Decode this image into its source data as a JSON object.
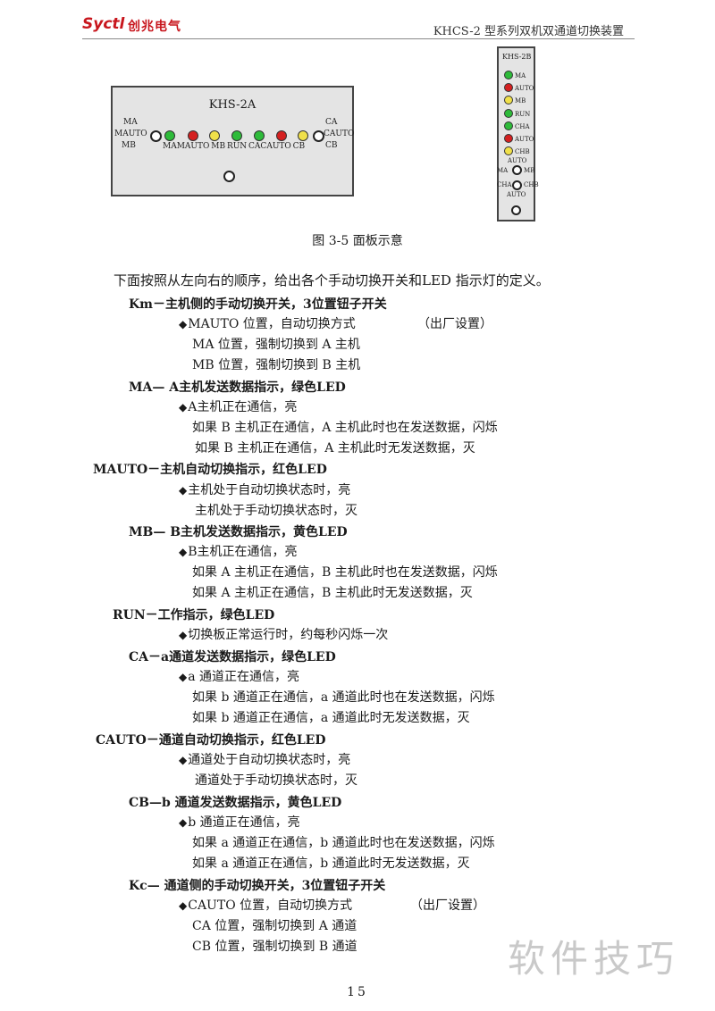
{
  "header": {
    "logo_brand": "Syctl",
    "logo_cn": "创兆电气",
    "title": "KHCS-2 型系列双机双通道切换装置"
  },
  "panel_h": {
    "title": "KHS-2A",
    "left_labels": [
      "MA",
      "MAUTO",
      "MB"
    ],
    "right_labels": [
      "CA",
      "CAUTO",
      "CB"
    ],
    "led_labels": "MAMAUTO MB  RUN  CACAUTO CB",
    "leds": [
      {
        "name": "MA",
        "color": "#2ebb3a"
      },
      {
        "name": "MAUTO",
        "color": "#d42020"
      },
      {
        "name": "MB",
        "color": "#f0e04a"
      },
      {
        "name": "RUN",
        "color": "#2ebb3a"
      },
      {
        "name": "CA",
        "color": "#2ebb3a"
      },
      {
        "name": "CAUTO",
        "color": "#d42020"
      },
      {
        "name": "CB",
        "color": "#f0e04a"
      }
    ]
  },
  "panel_v": {
    "title": "KHS-2B",
    "led_labels": [
      "MA",
      "AUTO",
      "MB",
      "RUN",
      "CHA",
      "AUTO",
      "CHB"
    ],
    "switch1_top": "AUTO",
    "switch1_left": "MA",
    "switch1_right": "MB",
    "switch2_left": "CHA",
    "switch2_right": "CHB",
    "switch2_bottom": "AUTO"
  },
  "caption": "图 3-5   面板示意",
  "intro": "下面按照从左向右的顺序，给出各个手动切换开关和LED 指示灯的定义。",
  "lines": [
    "Km－主机侧的手动切换开关，3位置钮子开关",
    "MAUTO 位置，自动切换方式",
    "（出厂设置）",
    "MA 位置，强制切换到 A 主机",
    "MB 位置，强制切换到 B 主机",
    "MA— A主机发送数据指示，绿色LED",
    "A主机正在通信，亮",
    "如果 B 主机正在通信，A 主机此时也在发送数据，闪烁",
    "如果 B 主机正在通信，A 主机此时无发送数据，灭",
    "MAUTO－主机自动切换指示，红色LED",
    "主机处于自动切换状态时，亮",
    "主机处于手动切换状态时，灭",
    "MB— B主机发送数据指示，黄色LED",
    "B主机正在通信，亮",
    "如果 A 主机正在通信，B 主机此时也在发送数据，闪烁",
    "如果 A 主机正在通信，B 主机此时无发送数据，灭",
    "RUN－工作指示，绿色LED",
    "切换板正常运行时，约每秒闪烁一次",
    "CA－a通道发送数据指示，绿色LED",
    "a 通道正在通信，亮",
    "如果 b 通道正在通信，a 通道此时也在发送数据，闪烁",
    "如果 b 通道正在通信，a 通道此时无发送数据，灭",
    "CAUTO－通道自动切换指示，红色LED",
    "通道处于自动切换状态时，亮",
    "通道处于手动切换状态时，灭",
    "CB—b 通道发送数据指示，黄色LED",
    "b 通道正在通信，亮",
    "如果 a 通道正在通信，b 通道此时也在发送数据，闪烁",
    "如果 a 通道正在通信，b 通道此时无发送数据，灭",
    "Kc— 通道侧的手动切换开关，3位置钮子开关",
    "CAUTO 位置，自动切换方式",
    "（出厂设置）",
    "CA 位置，强制切换到 A 通道",
    "CB 位置，强制切换到 B 通道"
  ],
  "bullet": "◆",
  "page_number": "15",
  "watermark": "软件技巧"
}
